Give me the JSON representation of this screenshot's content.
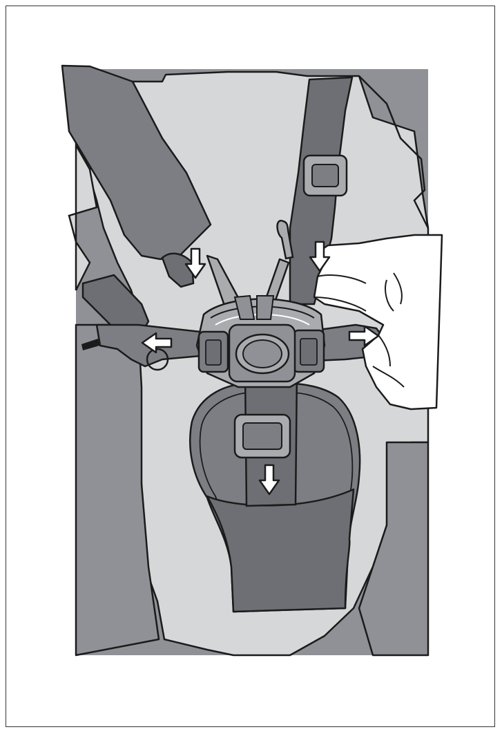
{
  "figure": {
    "subject": "harness-buckle-release-illustration",
    "colors": {
      "background_gray": "#8f9196",
      "seat_light": "#d6d7d9",
      "strap_dark": "#6d6f74",
      "strap_mid": "#7c7e83",
      "buckle_light": "#a9abaf",
      "outline": "#1b1b1b",
      "hand": "#ffffff",
      "arrow_fill": "#ffffff"
    },
    "arrows": [
      {
        "id": "left-shoulder-strap",
        "direction": "down"
      },
      {
        "id": "right-shoulder-strap",
        "direction": "down"
      },
      {
        "id": "left-hip-strap",
        "direction": "left"
      },
      {
        "id": "right-hip-strap",
        "direction": "right"
      },
      {
        "id": "crotch-strap",
        "direction": "down"
      }
    ]
  }
}
